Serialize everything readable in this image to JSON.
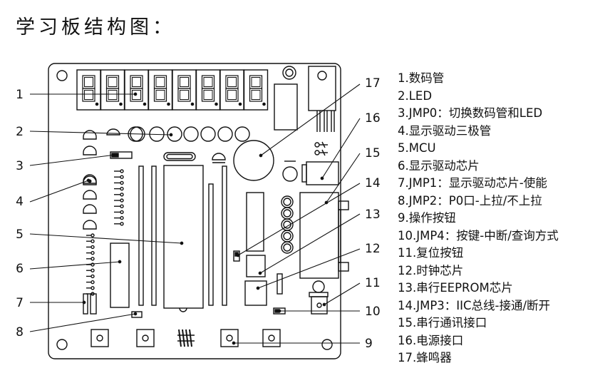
{
  "title": "学习板结构图：",
  "legend": [
    "1.数码管",
    "2.LED",
    "3.JMP0：切换数码管和LED",
    "4.显示驱动三极管",
    "5.MCU",
    "6.显示驱动芯片",
    "7.JMP1：显示驱动芯片-使能",
    "8.JMP2：P0口-上拉/不上拉",
    "9.操作按钮",
    "10.JMP4：按键-中断/查询方式",
    "11.复位按钮",
    "12.时钟芯片",
    "13.串行EEPROM芯片",
    "14.JMP3：IIC总线-接通/断开",
    "15.串行通讯接口",
    "16.电源接口",
    "17.蜂鸣器"
  ],
  "callouts": [
    "1",
    "2",
    "3",
    "4",
    "5",
    "6",
    "7",
    "8",
    "9",
    "10",
    "11",
    "12",
    "13",
    "14",
    "15",
    "16",
    "17"
  ]
}
